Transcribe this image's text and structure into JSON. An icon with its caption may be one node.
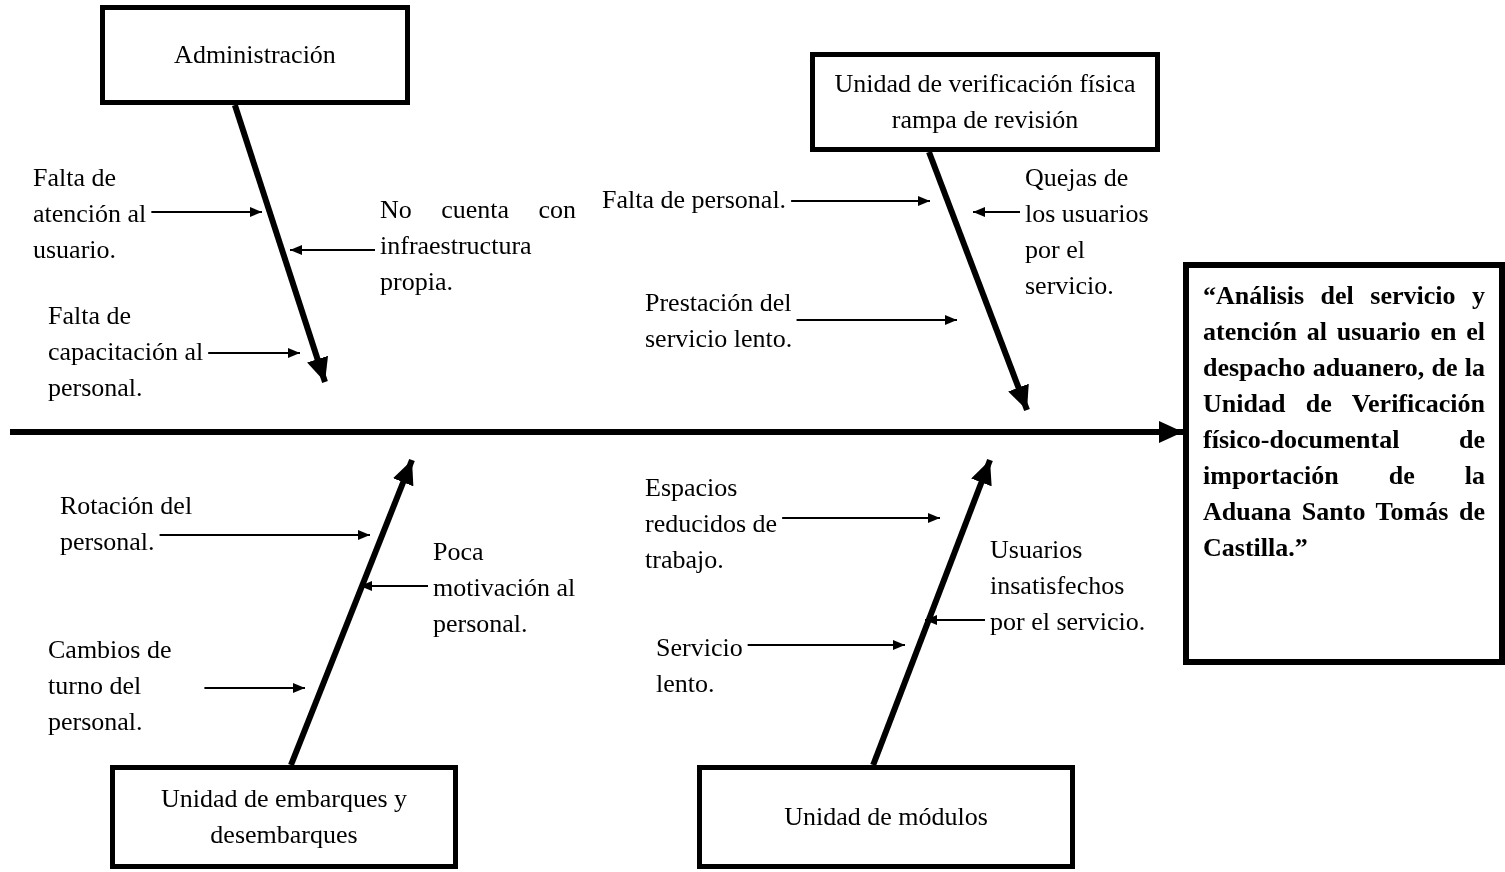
{
  "diagram": {
    "nodes": [
      {
        "text": [
          "Administración"
        ]
      },
      {
        "text": [
          "Unidad de verificación física rampa de revisión"
        ]
      },
      {
        "text": [
          "“Análisis del servicio y atención al usuario en el despacho aduanero, de la Unidad de Verificación físico-documental de importación de la Aduana Santo Tomás de Castilla.”"
        ]
      },
      {
        "text": [
          "Unidad de embarques y desembarques"
        ]
      },
      {
        "text": [
          "Unidad de módulos"
        ]
      },
      {
        "text": [
          "Falta de atención al usuario."
        ]
      },
      {
        "text": [
          "No cuenta con infraestructura propia."
        ]
      },
      {
        "text": [
          "Falta de capacitación al personal."
        ]
      },
      {
        "text": [
          "Falta de personal."
        ]
      },
      {
        "text": [
          "Quejas de los usuarios por el servicio."
        ]
      },
      {
        "text": [
          "Prestación del servicio lento."
        ]
      },
      {
        "text": [
          "Rotación del personal."
        ]
      },
      {
        "text": [
          "Poca motivación al personal."
        ]
      },
      {
        "text": [
          "Cambios de turno del personal."
        ]
      },
      {
        "text": [
          "Espacios reducidos de trabajo."
        ]
      },
      {
        "text": [
          "Usuarios insatisfechos por el servicio."
        ]
      },
      {
        "text": [
          "Servicio lento."
        ]
      }
    ],
    "edges": [
      {
        "from": null,
        "to": 2,
        "arrow": "to",
        "style": "thick"
      },
      {
        "from": 0,
        "to": null,
        "arrow": "to",
        "style": "thick"
      },
      {
        "from": 1,
        "to": null,
        "arrow": "to",
        "style": "thick"
      },
      {
        "from": 3,
        "to": null,
        "arrow": "to",
        "style": "thick"
      },
      {
        "from": 4,
        "to": null,
        "arrow": "to",
        "style": "thick"
      },
      {
        "from": 5,
        "to": null,
        "arrow": "to"
      },
      {
        "from": 6,
        "to": null,
        "arrow": "to"
      },
      {
        "from": 7,
        "to": null,
        "arrow": "to"
      },
      {
        "from": 8,
        "to": null,
        "arrow": "to"
      },
      {
        "from": 9,
        "to": null,
        "arrow": "to"
      },
      {
        "from": 10,
        "to": null,
        "arrow": "to"
      },
      {
        "from": 11,
        "to": null,
        "arrow": "to"
      },
      {
        "from": 12,
        "to": null,
        "arrow": "to"
      },
      {
        "from": 13,
        "to": null,
        "arrow": "to"
      },
      {
        "from": 14,
        "to": null,
        "arrow": "to"
      },
      {
        "from": 15,
        "to": null,
        "arrow": "to"
      },
      {
        "from": 16,
        "to": null,
        "arrow": "to"
      }
    ]
  }
}
